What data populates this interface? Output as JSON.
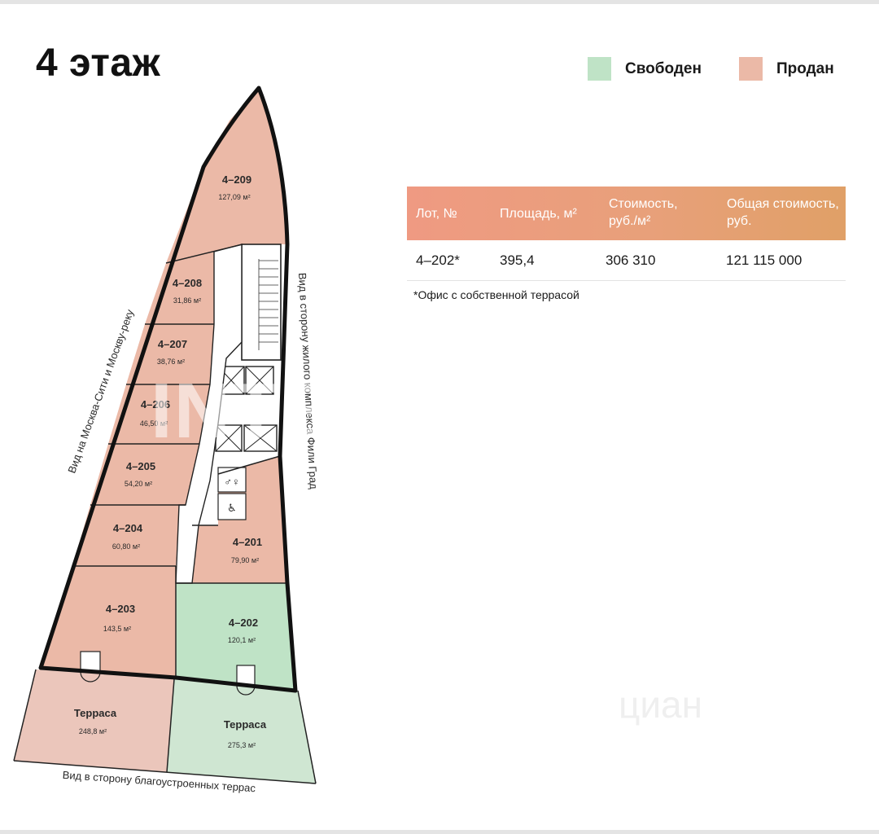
{
  "floor_title": "4 этаж",
  "legend": {
    "free": {
      "label": "Свободен",
      "color": "#bfe3c6"
    },
    "sold": {
      "label": "Продан",
      "color": "#ebb9a7"
    }
  },
  "units": [
    {
      "lot": "4–209",
      "area": "127,09 м²",
      "status": "sold"
    },
    {
      "lot": "4–208",
      "area": "31,86 м²",
      "status": "sold"
    },
    {
      "lot": "4–207",
      "area": "38,76 м²",
      "status": "sold"
    },
    {
      "lot": "4–206",
      "area": "46,50 м²",
      "status": "sold"
    },
    {
      "lot": "4–205",
      "area": "54,20 м²",
      "status": "sold"
    },
    {
      "lot": "4–204",
      "area": "60,80 м²",
      "status": "sold"
    },
    {
      "lot": "4–203",
      "area": "143,5 м²",
      "status": "sold"
    },
    {
      "lot": "4–201",
      "area": "79,90 м²",
      "status": "sold"
    },
    {
      "lot": "4–202",
      "area": "120,1 м²",
      "status": "free"
    },
    {
      "lot": "Терраса",
      "area": "248,8 м²",
      "status": "sold"
    },
    {
      "lot": "Терраса",
      "area": "275,3 м²",
      "status": "free"
    }
  ],
  "view_labels": {
    "left": "Вид на Москва-Сити и Москву-реку",
    "right": "Вид в сторону жилого комплекса Фили Град",
    "bottom": "Вид в сторону благоустроенных террас"
  },
  "table": {
    "headers": [
      "Лот, №",
      "Площадь, м²",
      "Стоимость, руб./м²",
      "Общая стоимость, руб."
    ],
    "row": {
      "lot": "4–202*",
      "area": "395,4",
      "price_per_m2": "306 310",
      "total": "121 115 000"
    },
    "footnote": "*Офис с собственной террасой"
  },
  "watermarks": {
    "main": "INTERMARK",
    "cian": "циан"
  }
}
